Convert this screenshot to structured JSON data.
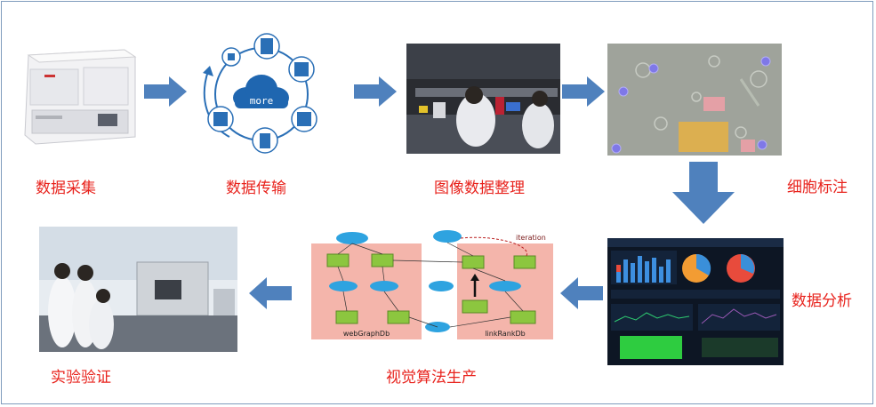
{
  "steps": [
    {
      "label": "数据采集",
      "icon": "analyzer-machine-icon"
    },
    {
      "label": "数据传输",
      "icon": "cloud-network-icon",
      "cloud_text": "more"
    },
    {
      "label": "图像数据整理",
      "icon": "lab-photo"
    },
    {
      "label": "细胞标注",
      "icon": "microscopy-image"
    },
    {
      "label": "数据分析",
      "icon": "dashboard-screenshot"
    },
    {
      "label": "视觉算法生产",
      "icon": "graph-db-diagram"
    },
    {
      "label": "实验验证",
      "icon": "lab-verification-photo"
    }
  ],
  "graph_diagram": {
    "left_db": "webGraphDb",
    "right_db": "linkRankDb",
    "iteration": "iteration"
  },
  "colors": {
    "label": "#e8231d",
    "arrow": "#4f81bd",
    "frame": "#7f9bbd",
    "db_panel": "#f4b5ab",
    "cylinder": "#8cc63f",
    "ellipse": "#2ea3e0"
  }
}
